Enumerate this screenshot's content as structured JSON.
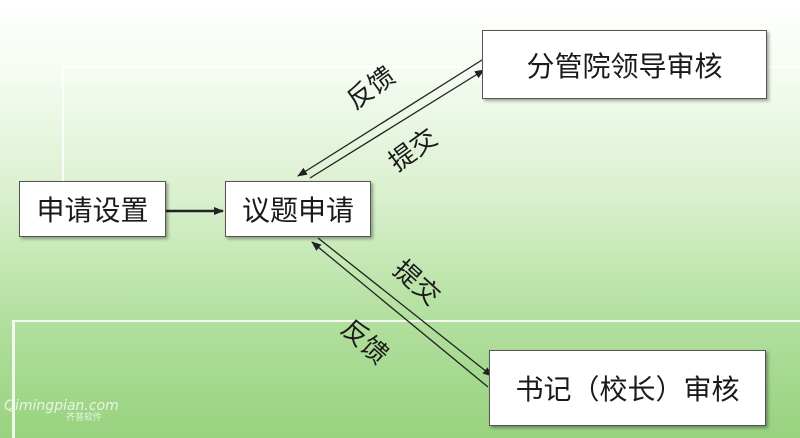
{
  "nodes": {
    "apply_settings": "申请设置",
    "topic_application": "议题申请",
    "leader_review": "分管院领导审核",
    "secretary_review": "书记（校长）审核"
  },
  "edges": {
    "upper_feedback": "反馈",
    "upper_submit": "提交",
    "lower_submit": "提交",
    "lower_feedback": "反馈"
  },
  "watermark": {
    "brand": "Qimingpian.com",
    "sub": "齐普软件"
  },
  "colors": {
    "line": "#222222",
    "box_border": "#555555"
  }
}
